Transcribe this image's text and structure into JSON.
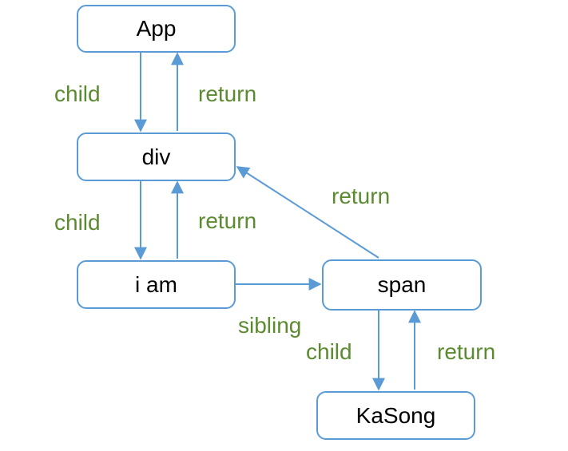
{
  "colors": {
    "node_border": "#5b9bd5",
    "edge": "#5b9bd5",
    "edge_label": "#5b8a31",
    "text": "#000000"
  },
  "nodes": {
    "app": "App",
    "div": "div",
    "iam": "i am",
    "span": "span",
    "kasong": "KaSong"
  },
  "edges": {
    "app_div_child": "child",
    "div_app_return": "return",
    "div_iam_child": "child",
    "iam_div_return": "return",
    "span_div_return": "return",
    "iam_span_sibling": "sibling",
    "span_kasong_child": "child",
    "kasong_span_return": "return"
  }
}
